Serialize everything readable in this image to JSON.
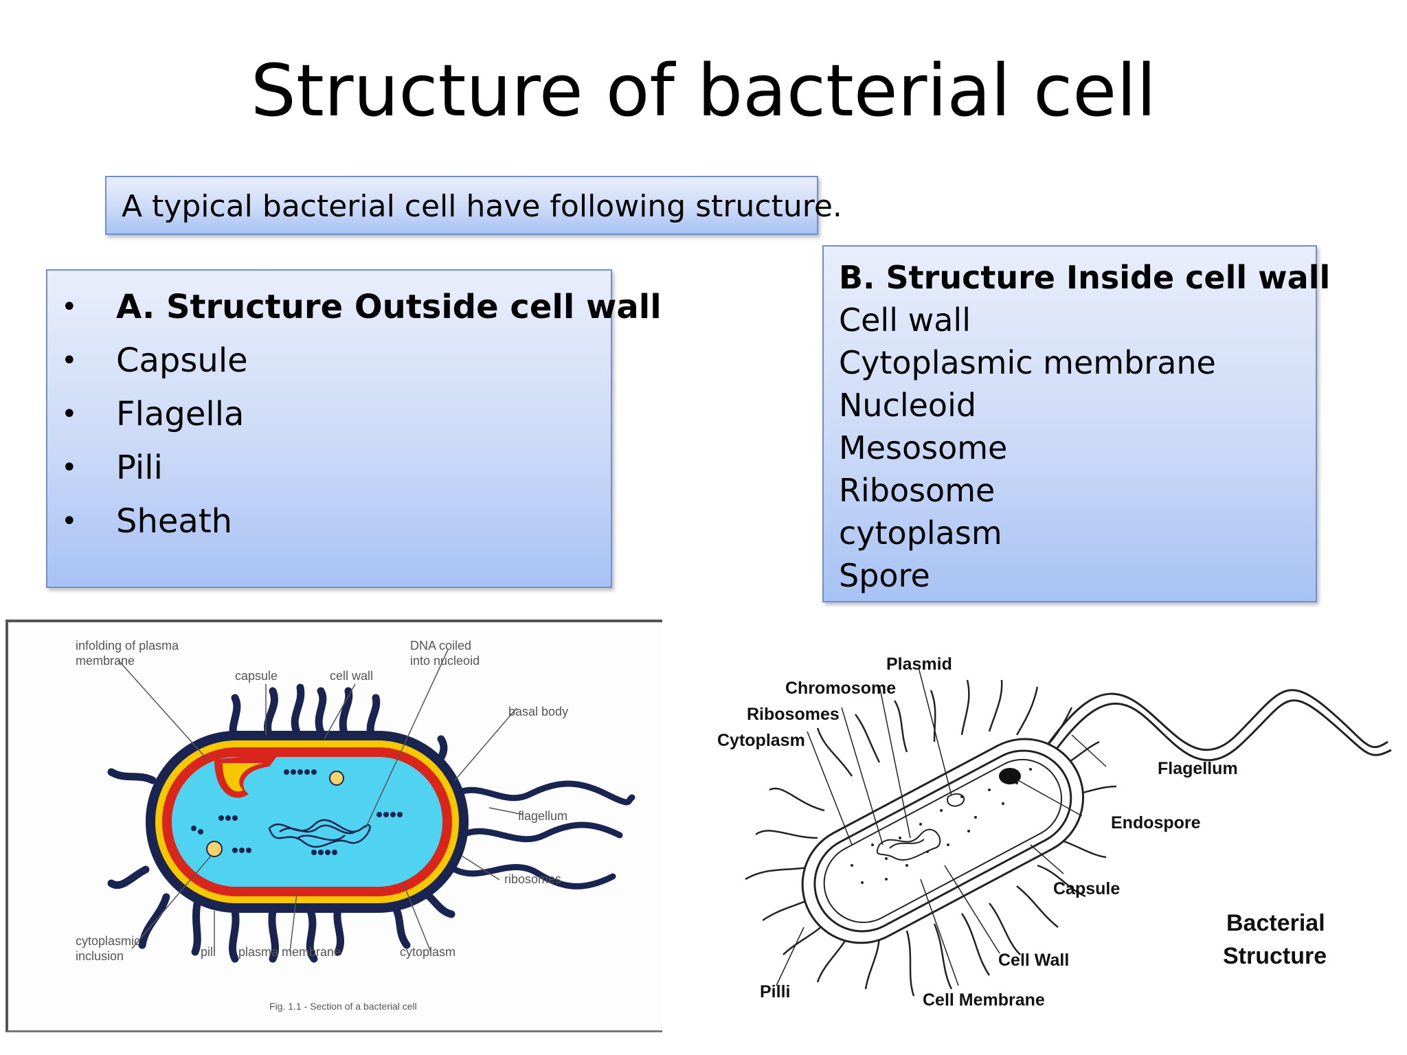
{
  "slide": {
    "title": "Structure of bacterial cell",
    "intro": "A typical bacterial cell have following structure."
  },
  "section_a": {
    "items": [
      {
        "text": "A. Structure Outside cell wall",
        "bold": true
      },
      {
        "text": "Capsule"
      },
      {
        "text": "Flagella"
      },
      {
        "text": "Pili"
      },
      {
        "text": "Sheath"
      }
    ]
  },
  "section_b": {
    "heading": "B. Structure Inside cell wall",
    "items": [
      "Cell wall",
      "Cytoplasmic membrane",
      "Nucleoid",
      "Mesosome",
      "Ribosome",
      "cytoplasm",
      "Spore"
    ]
  },
  "figure_left": {
    "labels": {
      "infolding_1": "infolding of plasma",
      "infolding_2": "membrane",
      "capsule": "capsule",
      "cell_wall": "cell wall",
      "dna_1": "DNA coiled",
      "dna_2": "into nucleoid",
      "basal_body": "basal body",
      "flagellum": "flagellum",
      "ribosomes": "ribosomes",
      "cyto_inclusion_1": "cytoplasmic",
      "cyto_inclusion_2": "inclusion",
      "pili": "pili",
      "plasma_membrane": "plasma membrane",
      "cytoplasm": "cytoplasm",
      "caption": "Fig. 1.1 - Section of a bacterial cell"
    }
  },
  "figure_right": {
    "labels": {
      "plasmid": "Plasmid",
      "chromosome": "Chromosome",
      "ribosomes": "Ribosomes",
      "cytoplasm": "Cytoplasm",
      "flagellum": "Flagellum",
      "endospore": "Endospore",
      "capsule": "Capsule",
      "cell_wall": "Cell Wall",
      "cell_membrane": "Cell Membrane",
      "pilli": "Pilli",
      "title_1": "Bacterial",
      "title_2": "Structure"
    }
  }
}
